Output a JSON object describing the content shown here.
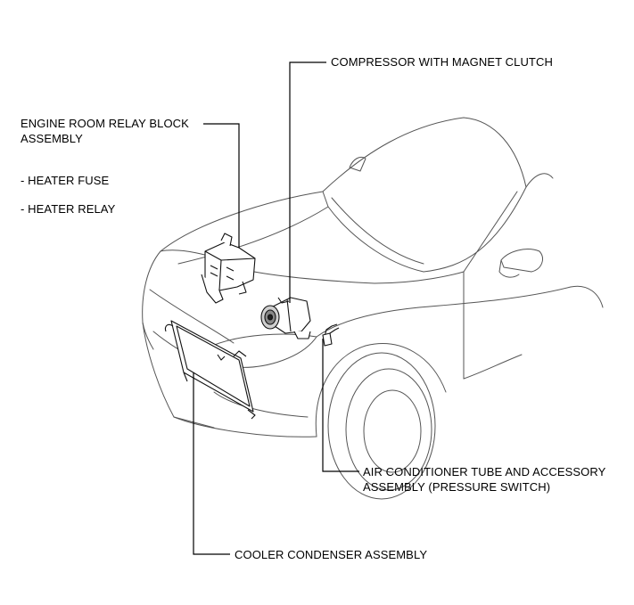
{
  "callouts": {
    "compressor": "COMPRESSOR WITH MAGNET CLUTCH",
    "relay_block_line1": "ENGINE ROOM RELAY BLOCK",
    "relay_block_line2": "ASSEMBLY",
    "heater_fuse": "- HEATER FUSE",
    "heater_relay": "- HEATER RELAY",
    "ac_tube_line1": "AIR CONDITIONER TUBE AND ACCESSORY",
    "ac_tube_line2": "ASSEMBLY (PRESSURE SWITCH)",
    "condenser": "COOLER CONDENSER ASSEMBLY"
  },
  "colors": {
    "line": "#000000",
    "car_outline": "#555555",
    "background": "#ffffff"
  }
}
